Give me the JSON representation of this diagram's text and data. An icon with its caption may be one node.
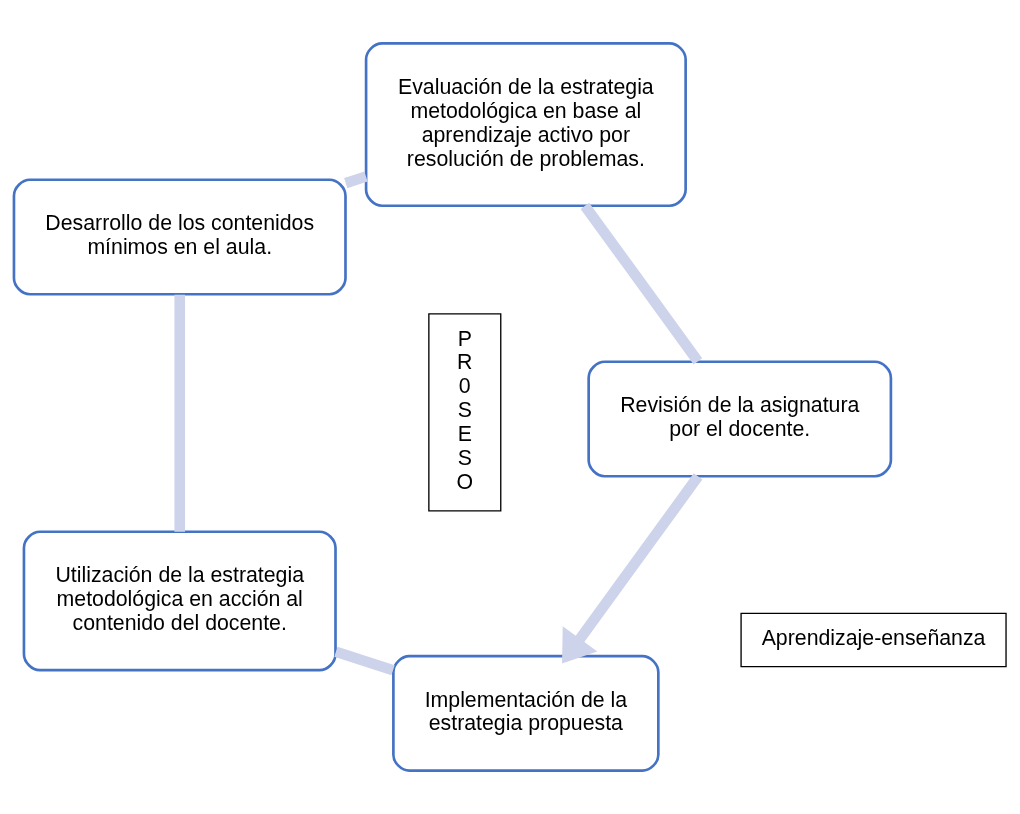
{
  "diagram": {
    "nodes": [
      {
        "text": [
          "Implementación de la estrategia propuesta"
        ]
      },
      {
        "text": [
          "Utilización de la estrategia metodológica en acción al contenido del docente."
        ]
      },
      {
        "text": [
          "Desarrollo de los contenidos mínimos en el aula."
        ]
      },
      {
        "text": [
          "Evaluación de la estrategia metodológica en base al aprendizaje activo por resolución de problemas."
        ]
      },
      {
        "text": [
          "Revisión de la asignatura por el docente."
        ]
      },
      {
        "text": [
          "P R 0 S E S O"
        ]
      },
      {
        "text": [
          "Aprendizaje-enseñanza"
        ]
      }
    ],
    "edges": [
      {
        "from": 0,
        "to": 1,
        "arrow": "none"
      },
      {
        "from": 1,
        "to": 2,
        "arrow": "none"
      },
      {
        "from": 2,
        "to": 3,
        "arrow": "none"
      },
      {
        "from": 3,
        "to": 4,
        "arrow": "none"
      },
      {
        "from": 4,
        "to": 0,
        "arrow": "to"
      }
    ]
  }
}
